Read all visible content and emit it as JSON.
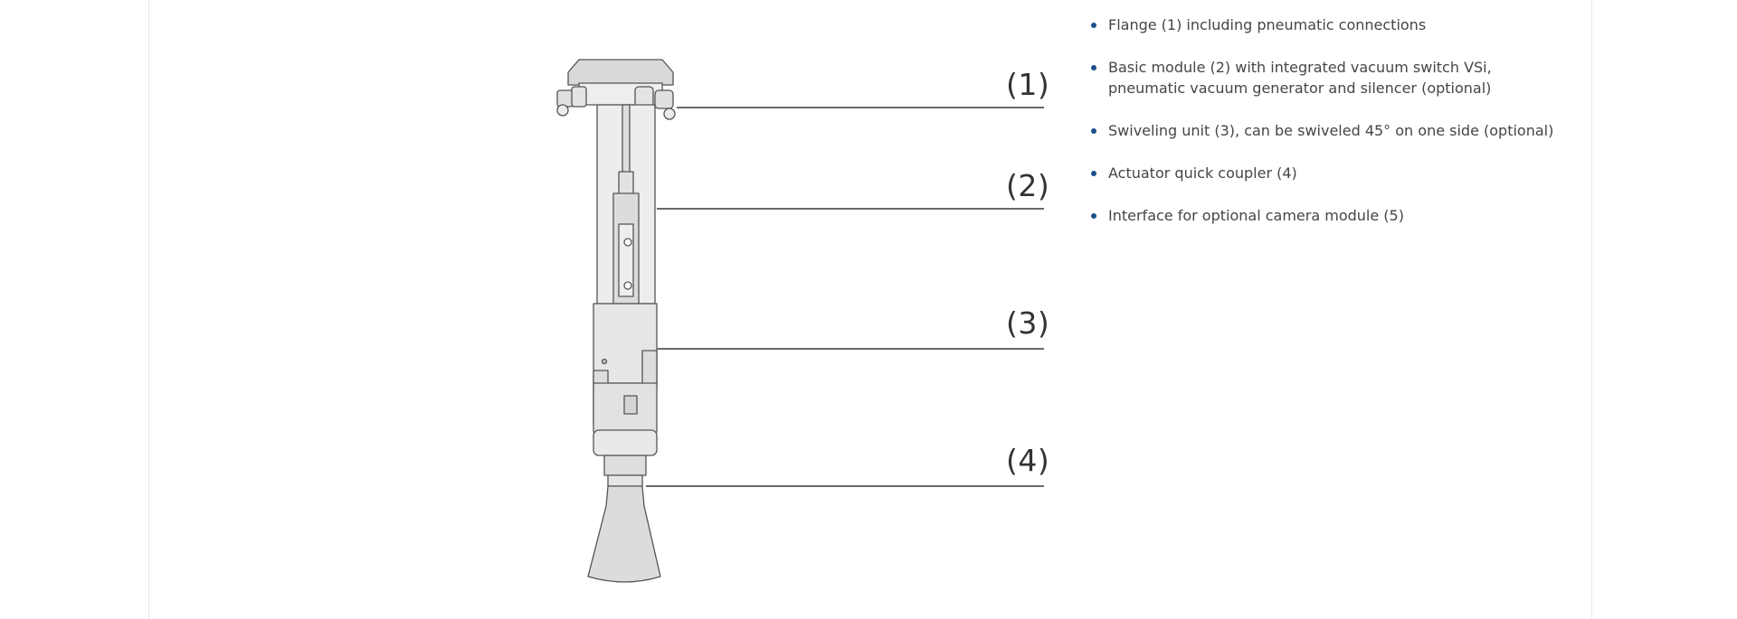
{
  "callouts": [
    "(1)",
    "(2)",
    "(3)",
    "(4)"
  ],
  "features": [
    "Flange (1) including pneumatic connections",
    "Basic module (2) with integrated vacuum switch VSi, pneumatic vacuum generator and silencer (optional)",
    "Swiveling unit (3), can be swiveled 45° on one side (optional)",
    "Actuator quick coupler (4)",
    "Interface for optional camera module (5)"
  ],
  "colors": {
    "bullet": "#1a4f8b",
    "text": "#454545",
    "line": "#6a6a6a",
    "drawing": "#555555",
    "drawing_fill": "#e6e6e6"
  },
  "icons": [
    "gripper-illustration"
  ]
}
